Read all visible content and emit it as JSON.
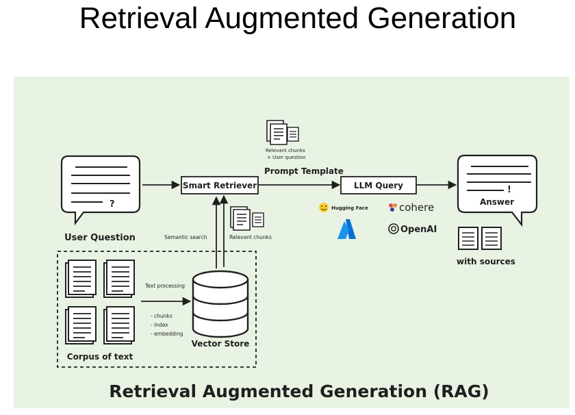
{
  "page_title": "Retrieval Augmented Generation",
  "banner_title": "Retrieval Augmented Generation (RAG)",
  "nodes": {
    "user_question": "User Question",
    "smart_retriever": "Smart Retriever",
    "llm_query": "LLM Query",
    "answer": "Answer",
    "vector_store": "Vector Store",
    "corpus": "Corpus of text",
    "with_sources": "with sources"
  },
  "labels": {
    "relevant_chunks_top": "Relevant chunks",
    "user_question_small": "+ User question",
    "prompt_template": "Prompt Template",
    "semantic_search": "Semantic search",
    "relevant_chunks": "Relevant chunks",
    "text_processing": "Text processing",
    "chunks": "- chunks",
    "index": "- index",
    "embedding": "- embedding",
    "question_mark": "?",
    "exclamation": "!"
  },
  "providers": {
    "hugging_face": "Hugging Face",
    "cohere": "cohere",
    "openai": "OpenAI"
  },
  "colors": {
    "panel_bg": "#e8f3e4",
    "ink": "#1f1f1f",
    "hf_yellow": "#ffcc2e",
    "cohere_red": "#d9534f",
    "azure_blue": "#0a6fd3"
  },
  "icons": [
    "question-bubble-icon",
    "answer-bubble-icon",
    "document-stack-icon",
    "database-icon",
    "hugging-face-logo",
    "azure-logo",
    "cohere-logo",
    "openai-logo"
  ]
}
